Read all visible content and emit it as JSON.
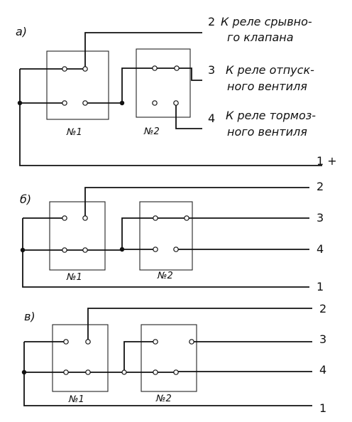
{
  "panels": [
    {
      "letter": "а)",
      "relay1": "№1",
      "relay2": "№2",
      "leads": [
        {
          "num": "2",
          "line1": "К реле срывно-",
          "line2": "го клапана"
        },
        {
          "num": "3",
          "line1": "К реле отпуск-",
          "line2": "ного вентиля"
        },
        {
          "num": "4",
          "line1": "К реле тормоз-",
          "line2": "ного вентиля"
        },
        {
          "num": "1 +",
          "line1": "",
          "line2": ""
        }
      ]
    },
    {
      "letter": "б)",
      "relay1": "№1",
      "relay2": "№2",
      "leads": [
        {
          "num": "2"
        },
        {
          "num": "3"
        },
        {
          "num": "4"
        },
        {
          "num": "1"
        }
      ]
    },
    {
      "letter": "в)",
      "relay1": "№1",
      "relay2": "№2",
      "leads": [
        {
          "num": "2"
        },
        {
          "num": "3"
        },
        {
          "num": "4"
        },
        {
          "num": "1"
        }
      ]
    }
  ]
}
